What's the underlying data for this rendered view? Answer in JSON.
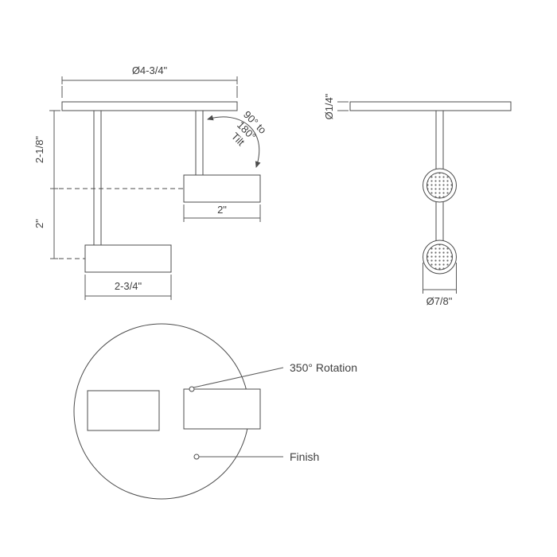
{
  "side_view": {
    "dim_canopy_width": "Ø4-3/4\"",
    "dim_drop_upper": "2-1/8\"",
    "dim_drop_lower": "2\"",
    "tilt_note": {
      "line1": "90° to",
      "line2": "180°",
      "line3": "Tilt"
    },
    "dim_right_head": "2\"",
    "dim_left_head": "2-3/4\""
  },
  "front_view": {
    "dim_canopy_thickness": "Ø1/4\"",
    "dim_head_diameter": "Ø7/8\""
  },
  "bottom_view": {
    "rotation_note": "350° Rotation",
    "finish_note": "Finish"
  },
  "colors": {
    "line": "#4c4c4c",
    "text": "#3f3f3f",
    "background": "#ffffff"
  }
}
